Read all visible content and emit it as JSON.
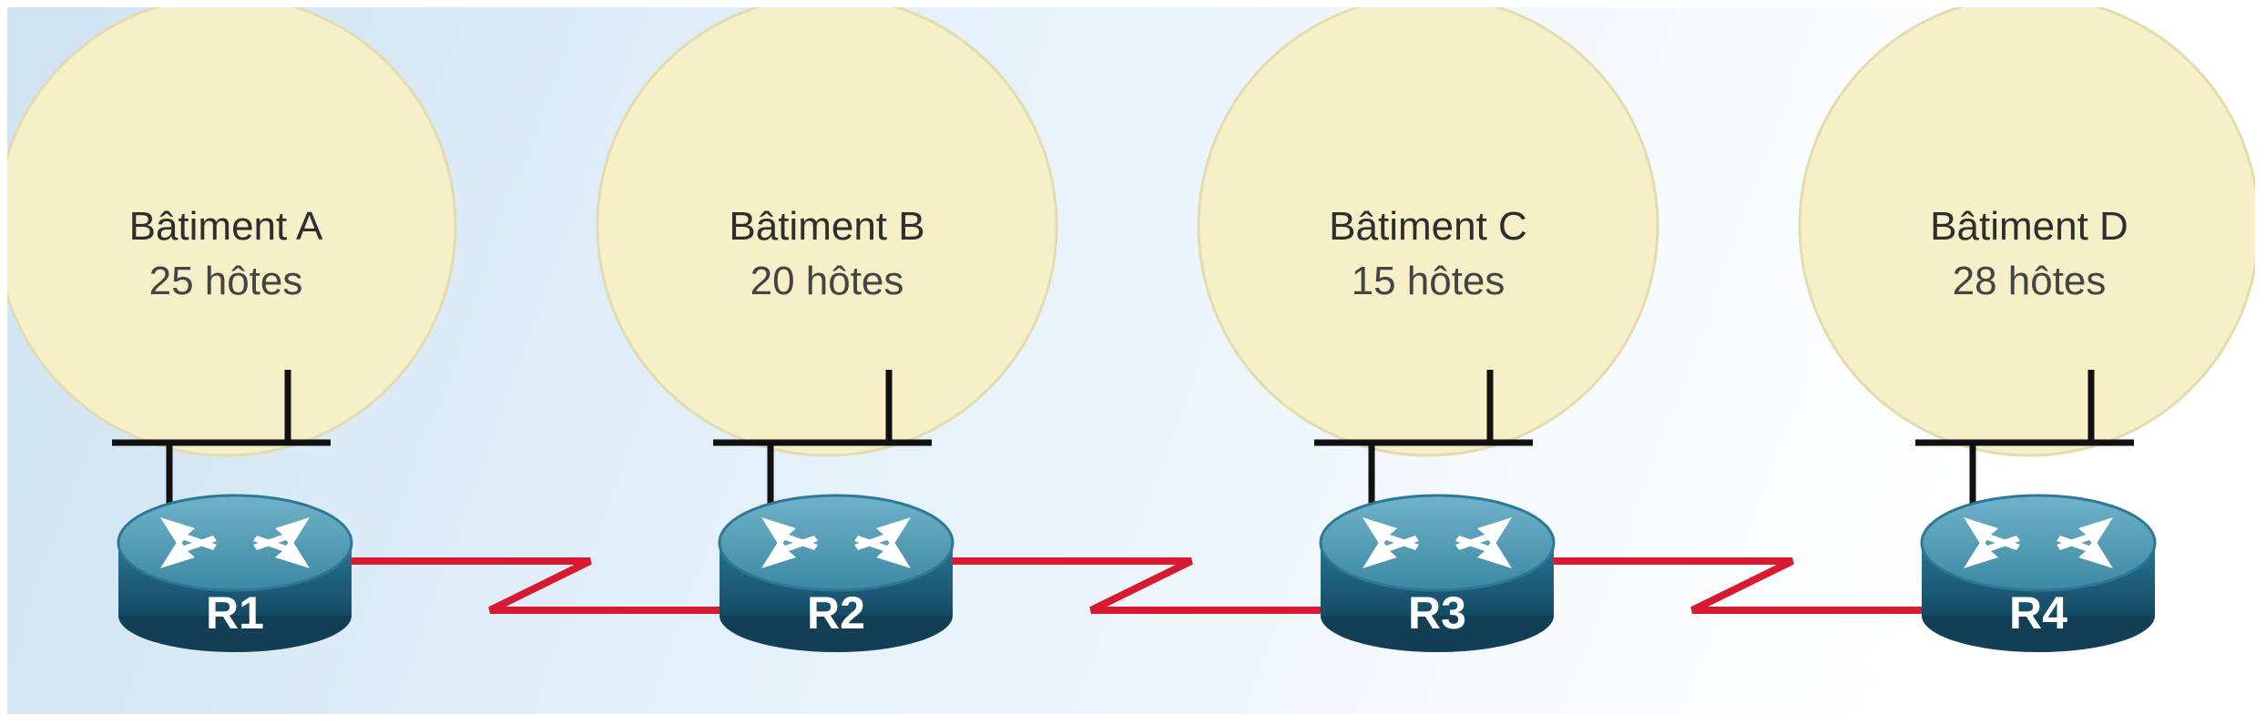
{
  "buildings": [
    {
      "name": "Bâtiment A",
      "hosts": "25 hôtes",
      "router": "R1"
    },
    {
      "name": "Bâtiment B",
      "hosts": "20 hôtes",
      "router": "R2"
    },
    {
      "name": "Bâtiment C",
      "hosts": "15 hôtes",
      "router": "R3"
    },
    {
      "name": "Bâtiment D",
      "hosts": "28 hôtes",
      "router": "R4"
    }
  ],
  "colors": {
    "building_fill": "#f6f0c8",
    "building_stroke": "#e3dcae",
    "router_top": "#4f96ae",
    "router_body": "#1f6482",
    "serial_link": "#d8192f",
    "lan_line": "#111111"
  }
}
